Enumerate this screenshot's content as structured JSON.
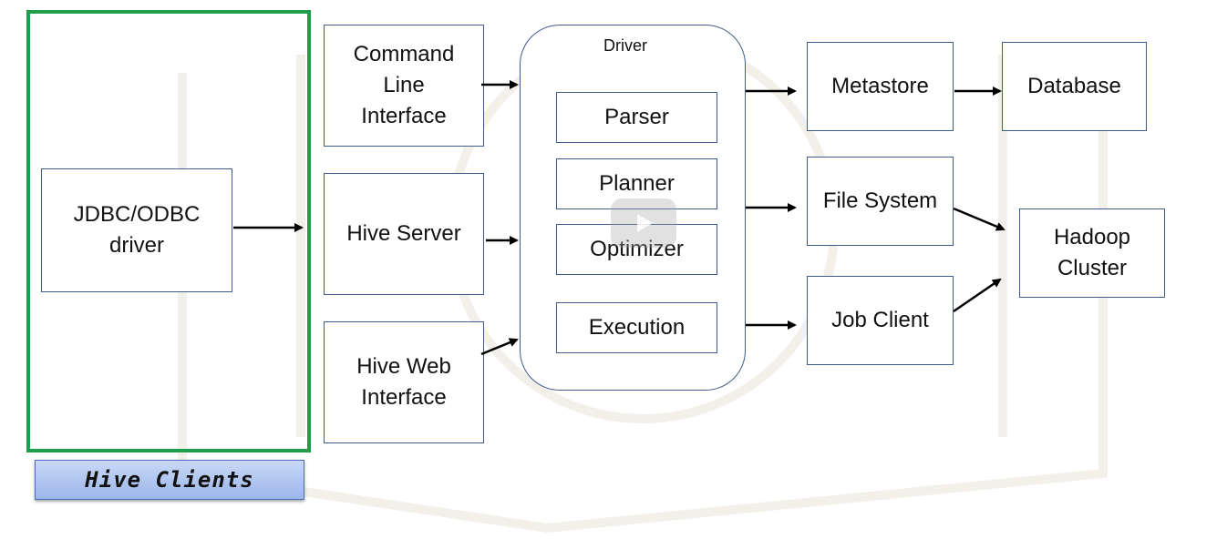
{
  "clients": {
    "jdbc_label": "JDBC/ODBC\ndriver",
    "caption": "Hive Clients"
  },
  "interfaces": {
    "cli": "Command\nLine\nInterface",
    "hive_server": "Hive Server",
    "web_interface": "Hive Web\nInterface"
  },
  "driver": {
    "title": "Driver",
    "parser": "Parser",
    "planner": "Planner",
    "optimizer": "Optimizer",
    "execution": "Execution"
  },
  "services": {
    "metastore": "Metastore",
    "database": "Database",
    "file_system": "File System",
    "job_client": "Job Client",
    "hadoop_cluster": "Hadoop\nCluster"
  },
  "colors": {
    "client_frame": "#1e9e4a",
    "box_border": "#3f5a8c",
    "caption_fill": "#9bb6ea"
  }
}
